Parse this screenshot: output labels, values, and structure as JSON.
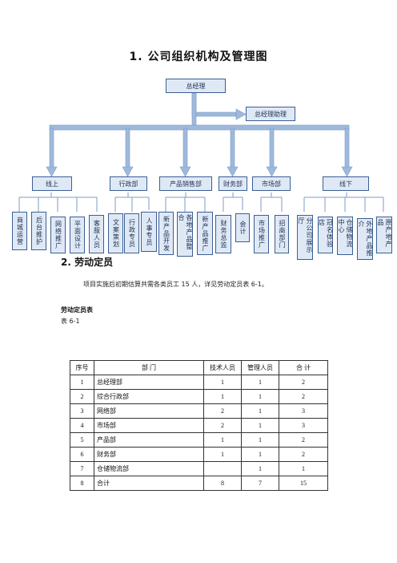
{
  "title": "1. 公司组织机构及管理图",
  "org": {
    "ceo": "总经理",
    "assistant": "总经理助理",
    "depts": [
      "线上",
      "行政部",
      "产品销售部",
      "财务部",
      "市场部",
      "线下"
    ],
    "units": [
      "商城运营",
      "后台推护",
      "网络推广",
      "平面设计",
      "客服人员",
      "文案策划",
      "行政专员",
      "人事专员",
      "新产品开发",
      "各地产品整合",
      "新产品推广",
      "财务总监",
      "会计",
      "市场推广",
      "招商部门",
      "分公司展示厅",
      "冠名体验店",
      "仓储物流中心",
      "外地产品推介",
      "原产地产品"
    ]
  },
  "section2": {
    "heading": "2.  劳动定员",
    "paragraph": "项目实施后初期估算共需各类员工 15 人，详见劳动定员表 6-1。",
    "table_caption": "劳动定员表",
    "table_number": "表 6-1",
    "headers": [
      "序号",
      "部    门",
      "技术人员",
      "管理人员",
      "合    计"
    ],
    "rows": [
      [
        "1",
        "总经理部",
        "1",
        "1",
        "2"
      ],
      [
        "2",
        "综合行政部",
        "1",
        "1",
        "2"
      ],
      [
        "3",
        "网络部",
        "2",
        "1",
        "3"
      ],
      [
        "4",
        "市场部",
        "2",
        "1",
        "3"
      ],
      [
        "5",
        "产品部",
        "1",
        "1",
        "2"
      ],
      [
        "6",
        "财务部",
        "1",
        "1",
        "2"
      ],
      [
        "7",
        "仓储物流部",
        "",
        "1",
        "1"
      ],
      [
        "8",
        "合计",
        "8",
        "7",
        "15"
      ]
    ]
  }
}
